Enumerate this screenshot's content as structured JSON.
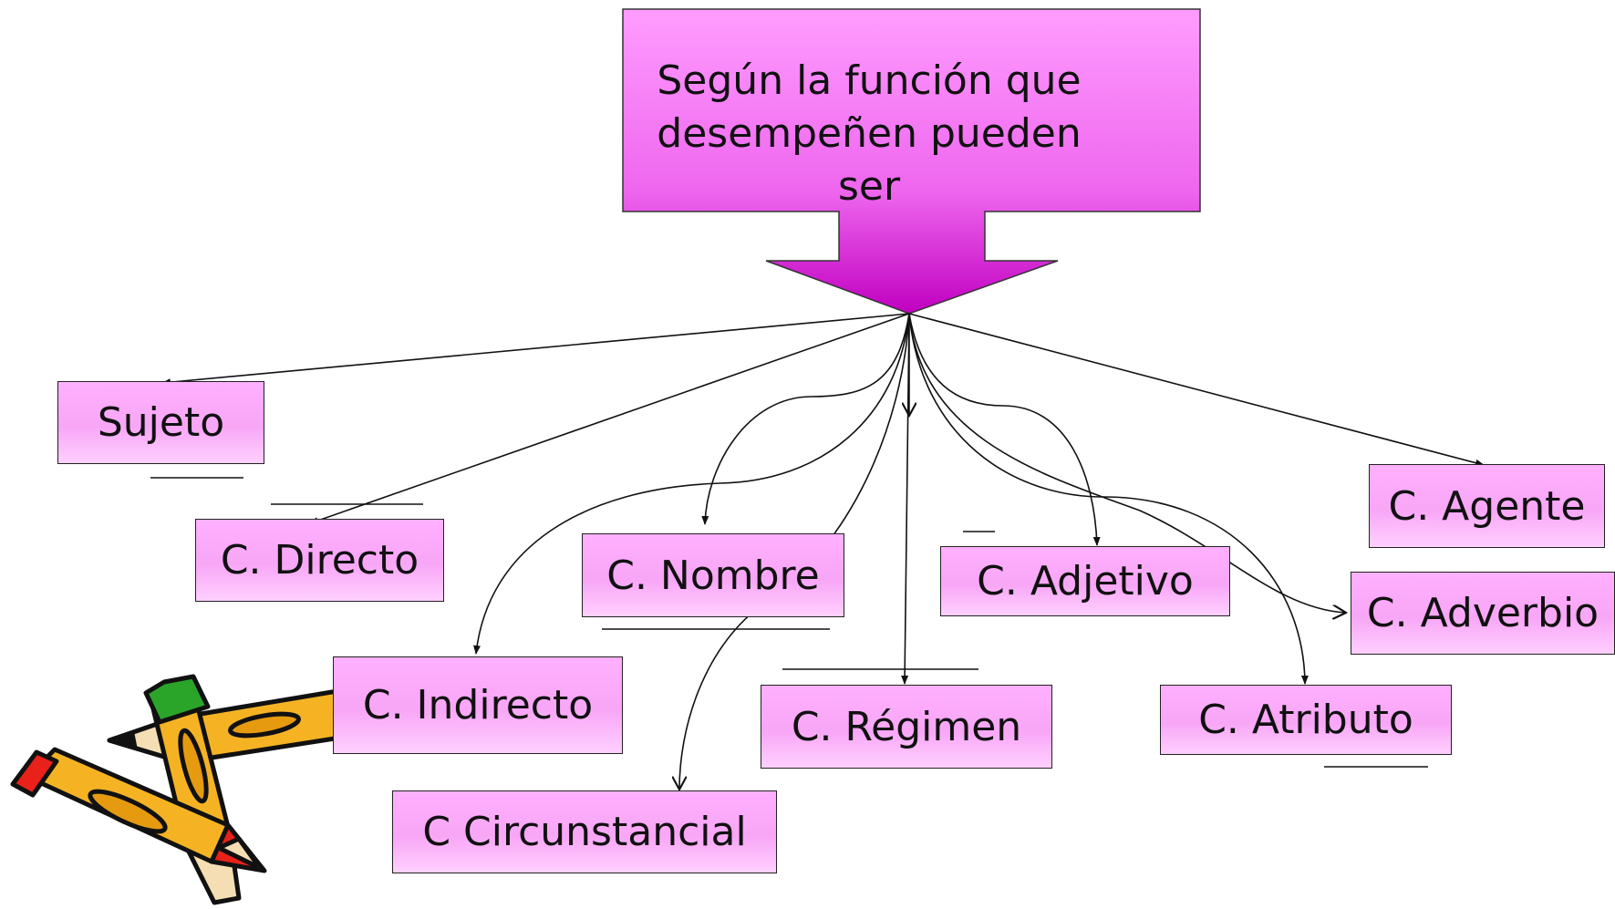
{
  "header": {
    "text": "Según la función que desempeñen pueden ser"
  },
  "nodes": {
    "sujeto": "Sujeto",
    "directo": "C. Directo",
    "nombre": "C. Nombre",
    "adjetivo": "C. Adjetivo",
    "agente": "C. Agente",
    "adverbio": "C. Adverbio",
    "indirecto": "C. Indirecto",
    "regimen": "C. Régimen",
    "atributo": "C. Atributo",
    "circunstancial": "C Circunstancial"
  },
  "colors": {
    "box_fill": "#f8a6f6",
    "arrow_top": "#ff99ff",
    "arrow_bottom": "#cc00cc",
    "pencil_body": "#f5b324",
    "pencil_red": "#e8221a",
    "pencil_green": "#2aa52a"
  },
  "decorations": [
    "pencils-clipart"
  ]
}
